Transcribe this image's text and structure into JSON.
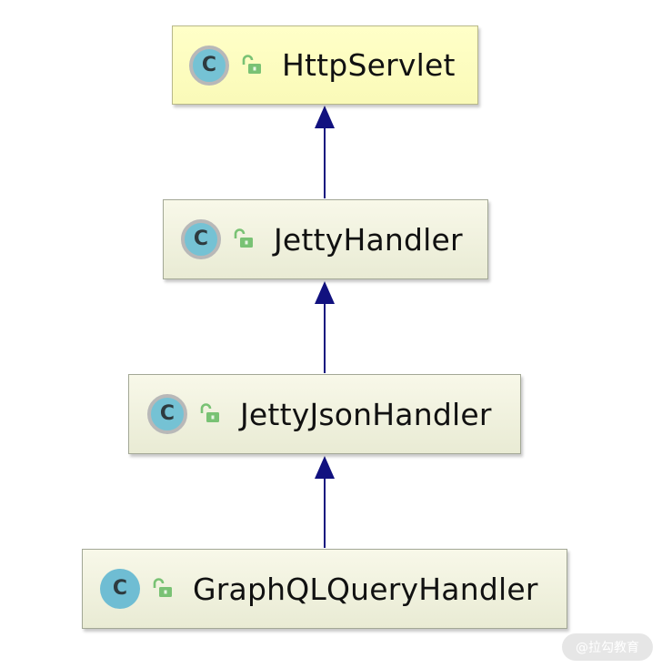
{
  "diagram": {
    "classes": [
      {
        "name": "HttpServlet",
        "icon": "abstract-class-icon",
        "access_icon": "unlocked-public-icon"
      },
      {
        "name": "JettyHandler",
        "icon": "abstract-class-icon",
        "access_icon": "unlocked-public-icon"
      },
      {
        "name": "JettyJsonHandler",
        "icon": "abstract-class-icon",
        "access_icon": "unlocked-public-icon"
      },
      {
        "name": "GraphQLQueryHandler",
        "icon": "class-icon",
        "access_icon": "unlocked-public-icon"
      }
    ],
    "class_icon_letter": "C",
    "relationships": [
      {
        "from": "JettyHandler",
        "to": "HttpServlet",
        "type": "extends"
      },
      {
        "from": "JettyJsonHandler",
        "to": "JettyHandler",
        "type": "extends"
      },
      {
        "from": "GraphQLQueryHandler",
        "to": "JettyJsonHandler",
        "type": "extends"
      }
    ],
    "colors": {
      "arrow": "#11117f",
      "top_box": "#ffffc8",
      "box": "#eef0dc",
      "lock": "#79c274"
    }
  },
  "watermark": "@拉勾教育"
}
